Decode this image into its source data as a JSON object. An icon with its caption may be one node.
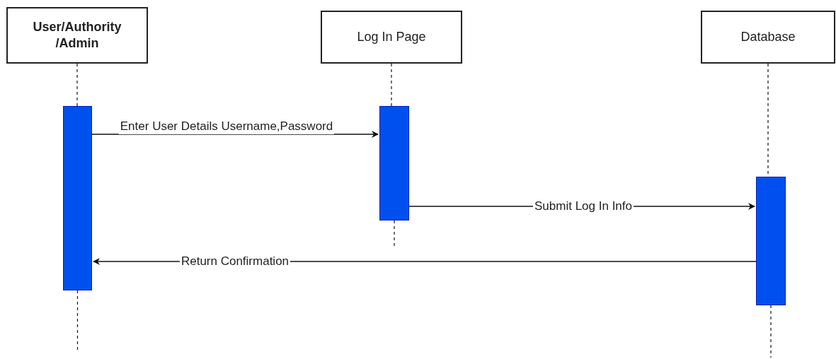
{
  "diagram": {
    "nodes": [
      {
        "text": [
          "User/Authority /Admin"
        ]
      },
      {
        "text": [
          "Log In Page"
        ]
      },
      {
        "text": [
          "Database"
        ]
      },
      {
        "text": [],
        "shape": "bar"
      },
      {
        "text": [],
        "shape": "bar"
      },
      {
        "text": [],
        "shape": "bar"
      }
    ],
    "edges": [
      {
        "from": 0,
        "to": 3,
        "arrow": "none",
        "style": "dashed"
      },
      {
        "from": 1,
        "to": 4,
        "arrow": "none",
        "style": "dashed"
      },
      {
        "from": 2,
        "to": 5,
        "arrow": "none",
        "style": "dashed"
      },
      {
        "from": 3,
        "to": null,
        "arrow": "none",
        "style": "dashed"
      },
      {
        "from": 4,
        "to": null,
        "arrow": "none",
        "style": "dashed"
      },
      {
        "from": 5,
        "to": null,
        "arrow": "none",
        "style": "dashed"
      },
      {
        "from": 3,
        "to": 4,
        "arrow": "to",
        "label": "Enter User Details Username,Password"
      },
      {
        "from": 4,
        "to": 5,
        "arrow": "to",
        "label": "Submit Log In Info"
      },
      {
        "from": 5,
        "to": 3,
        "arrow": "to",
        "label": "Return Confirmation"
      }
    ]
  }
}
